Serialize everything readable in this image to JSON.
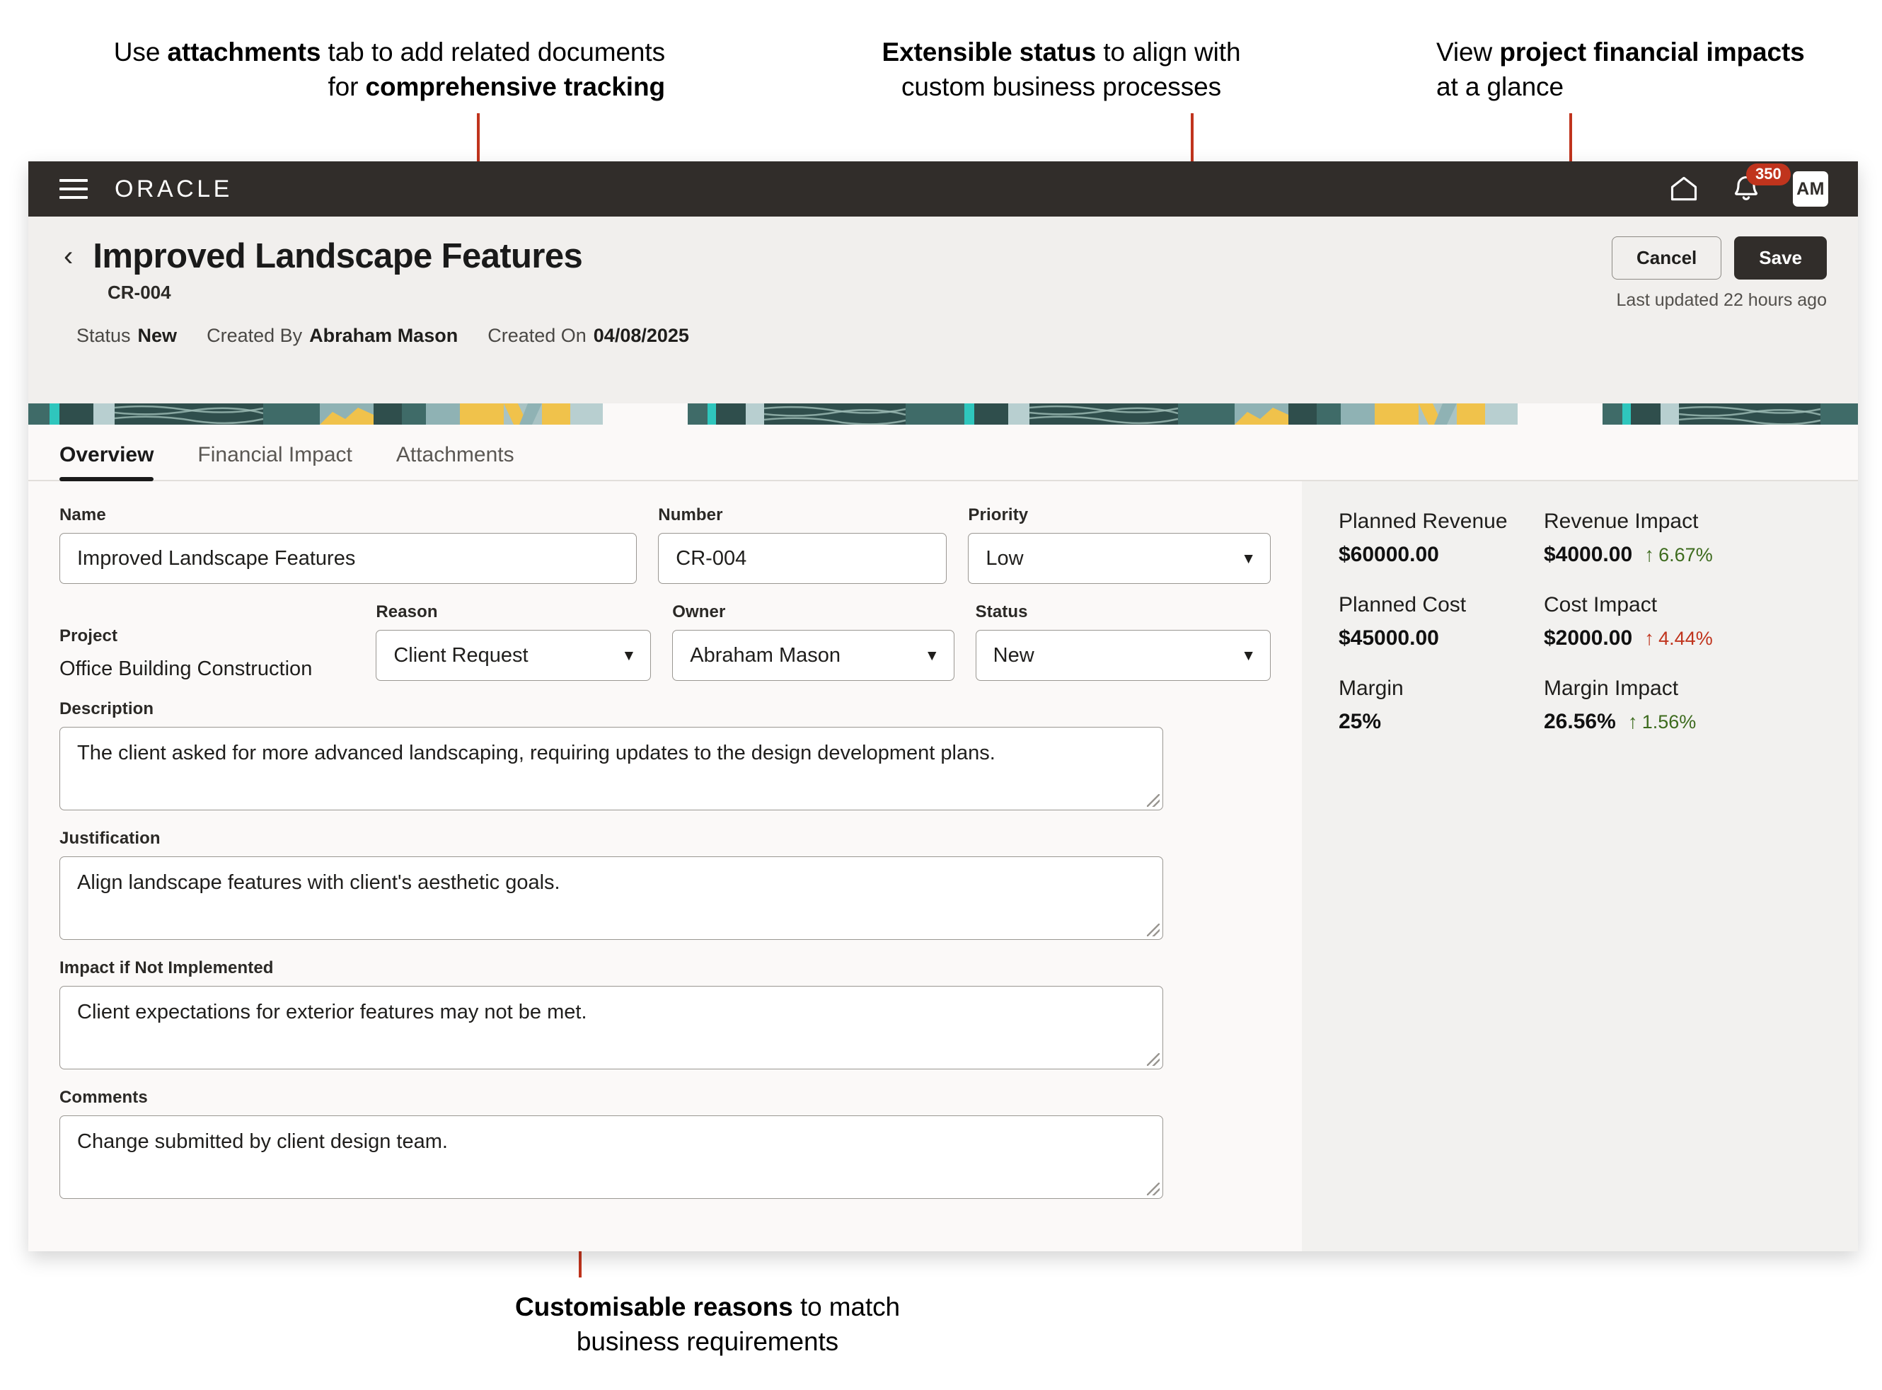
{
  "annotations": {
    "top_left": {
      "pre": "Use ",
      "bold1": "attachments",
      "mid": " tab to add related documents",
      "line2_pre": "for ",
      "bold2": "comprehensive tracking"
    },
    "top_center": {
      "bold1": "Extensible status",
      "mid": " to align with",
      "line2": "custom business processes"
    },
    "top_right": {
      "pre": "View ",
      "bold1": "project financial impacts",
      "line2": "at a glance"
    },
    "bottom": {
      "bold1": "Customisable reasons",
      "mid": " to match",
      "line2": "business requirements"
    }
  },
  "colors": {
    "accent_red": "#c0341d",
    "header_dark": "#312d2a",
    "positive_green": "#3d6b1e",
    "negative_red": "#c0341d"
  },
  "global_header": {
    "logo": "ORACLE",
    "menu_icon": "hamburger-icon",
    "home_icon": "home-icon",
    "notification_icon": "bell-icon",
    "notification_count": "350",
    "avatar_initials": "AM"
  },
  "page_header": {
    "back_label": "‹",
    "title": "Improved Landscape Features",
    "number": "CR-004",
    "meta": [
      {
        "label": "Status",
        "value": "New"
      },
      {
        "label": "Created By",
        "value": "Abraham Mason"
      },
      {
        "label": "Created On",
        "value": "04/08/2025"
      }
    ],
    "cancel_label": "Cancel",
    "save_label": "Save",
    "last_updated": "Last updated 22 hours ago"
  },
  "tabs": [
    {
      "label": "Overview",
      "active": true
    },
    {
      "label": "Financial Impact",
      "active": false
    },
    {
      "label": "Attachments",
      "active": false
    }
  ],
  "form": {
    "name": {
      "label": "Name",
      "value": "Improved Landscape Features"
    },
    "number": {
      "label": "Number",
      "value": "CR-004"
    },
    "priority": {
      "label": "Priority",
      "value": "Low"
    },
    "project": {
      "label": "Project",
      "value": "Office Building Construction"
    },
    "reason": {
      "label": "Reason",
      "value": "Client Request"
    },
    "owner": {
      "label": "Owner",
      "value": "Abraham Mason"
    },
    "status": {
      "label": "Status",
      "value": "New"
    },
    "description": {
      "label": "Description",
      "value": "The client asked for more advanced landscaping, requiring updates to the design development plans."
    },
    "justification": {
      "label": "Justification",
      "value": "Align landscape features with client's aesthetic goals."
    },
    "impact": {
      "label": "Impact if Not Implemented",
      "value": "Client expectations for exterior features may not be met."
    },
    "comments": {
      "label": "Comments",
      "value": "Change submitted by client design team."
    }
  },
  "financials": {
    "planned_revenue": {
      "label": "Planned Revenue",
      "value": "$60000.00"
    },
    "planned_cost": {
      "label": "Planned Cost",
      "value": "$45000.00"
    },
    "margin": {
      "label": "Margin",
      "value": "25%"
    },
    "revenue_impact": {
      "label": "Revenue Impact",
      "value": "$4000.00",
      "delta": "6.67%",
      "arrow": "↑",
      "direction": "up-green"
    },
    "cost_impact": {
      "label": "Cost Impact",
      "value": "$2000.00",
      "delta": "4.44%",
      "arrow": "↑",
      "direction": "up-red"
    },
    "margin_impact": {
      "label": "Margin Impact",
      "value": "26.56%",
      "delta": "1.56%",
      "arrow": "↑",
      "direction": "up-green"
    }
  }
}
